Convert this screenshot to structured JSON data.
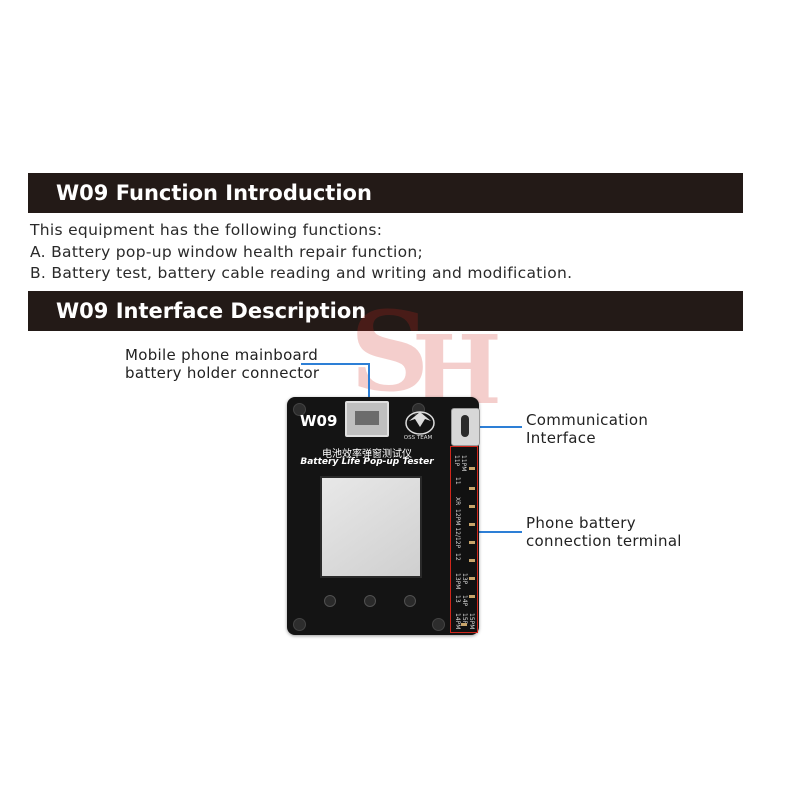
{
  "section1": {
    "title": "W09 Function Introduction",
    "lines": [
      "This equipment has the following functions:",
      "A. Battery pop-up window health repair function;",
      "B. Battery test, battery cable reading and writing and modification."
    ]
  },
  "section2": {
    "title": "W09 Interface Description"
  },
  "callouts": {
    "mainboard": [
      "Mobile phone mainboard",
      "battery holder connector"
    ],
    "communication": [
      "Communication",
      "Interface"
    ],
    "terminal": [
      "Phone battery",
      "connection terminal"
    ]
  },
  "device": {
    "model": "W09",
    "logo_text": "OSS TEAM",
    "title_cn": "电池效率弹窗测试仪",
    "title_en": "Battery Life Pop-up Tester",
    "pin_labels": [
      "11P",
      "11PM",
      "11",
      "XR",
      "12PM 12/12P",
      "12",
      "13PM",
      "13P",
      "13",
      "14P",
      "14PM",
      "15P",
      "15PM"
    ]
  },
  "colors": {
    "banner_bg": "#231a17",
    "callout_line": "#2d7fd6",
    "terminal_border": "#d1271c"
  }
}
